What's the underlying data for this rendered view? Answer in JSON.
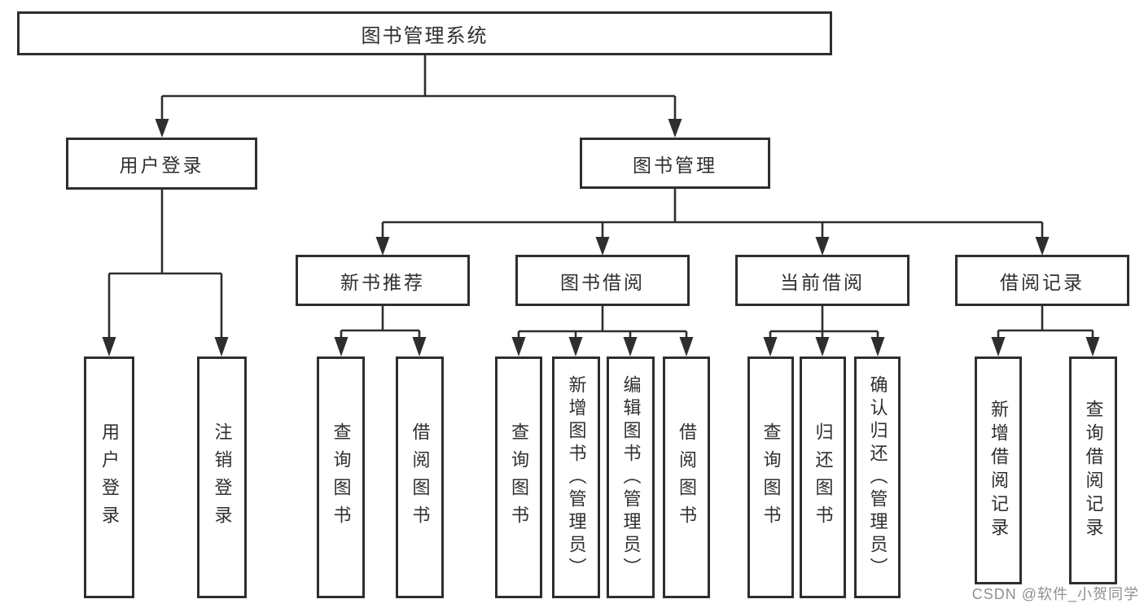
{
  "diagram": {
    "colors": {
      "line": "#2e2e2e",
      "text": "#2f2f2f",
      "background": "#ffffff",
      "watermark": "#8f8f8f"
    },
    "tree": {
      "label": "图书管理系统",
      "children": [
        {
          "label": "用户登录",
          "children": [
            {
              "label": "用户登录"
            },
            {
              "label": "注销登录"
            }
          ]
        },
        {
          "label": "图书管理",
          "children": [
            {
              "label": "新书推荐",
              "children": [
                {
                  "label": "查询图书"
                },
                {
                  "label": "借阅图书"
                }
              ]
            },
            {
              "label": "图书借阅",
              "children": [
                {
                  "label": "查询图书"
                },
                {
                  "label": "新增图书（管理员）"
                },
                {
                  "label": "编辑图书（管理员）"
                },
                {
                  "label": "借阅图书"
                }
              ]
            },
            {
              "label": "当前借阅",
              "children": [
                {
                  "label": "查询图书"
                },
                {
                  "label": "归还图书"
                },
                {
                  "label": "确认归还（管理员）"
                }
              ]
            },
            {
              "label": "借阅记录",
              "children": [
                {
                  "label": "新增借阅记录"
                },
                {
                  "label": "查询借阅记录"
                }
              ]
            }
          ]
        }
      ]
    },
    "watermark": "CSDN @软件_小贺同学"
  }
}
